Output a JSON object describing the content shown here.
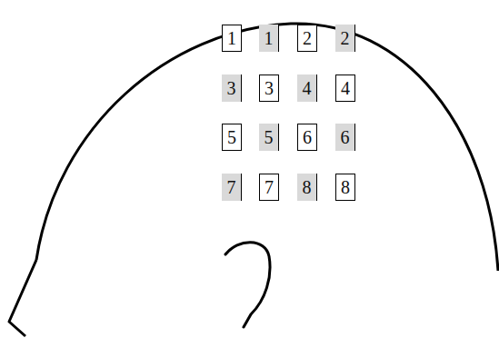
{
  "diagram": {
    "nodes": [
      {
        "text": [
          "1"
        ]
      },
      {
        "text": [
          "1"
        ]
      },
      {
        "text": [
          "2"
        ]
      },
      {
        "text": [
          "2"
        ]
      },
      {
        "text": [
          "3"
        ]
      },
      {
        "text": [
          "3"
        ]
      },
      {
        "text": [
          "4"
        ]
      },
      {
        "text": [
          "4"
        ]
      },
      {
        "text": [
          "5"
        ]
      },
      {
        "text": [
          "5"
        ]
      },
      {
        "text": [
          "6"
        ]
      },
      {
        "text": [
          "6"
        ]
      },
      {
        "text": [
          "7"
        ]
      },
      {
        "text": [
          "7"
        ]
      },
      {
        "text": [
          "8"
        ]
      },
      {
        "text": [
          "8"
        ]
      }
    ]
  }
}
